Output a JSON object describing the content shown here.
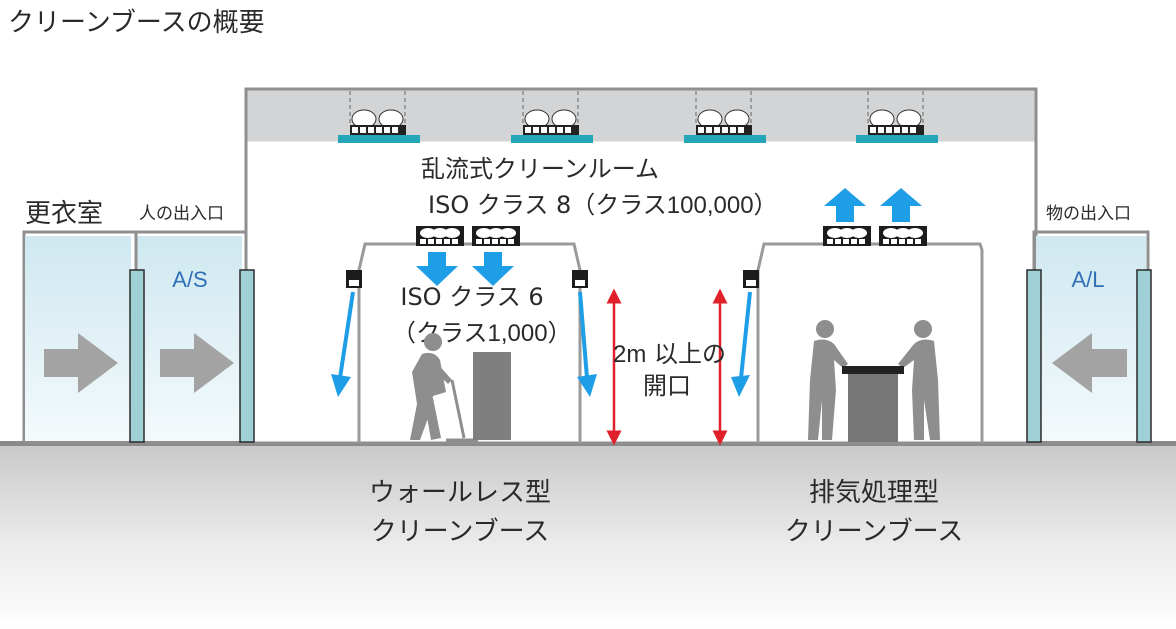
{
  "title": "クリーンブースの概要",
  "rooms": {
    "changing_room": "更衣室",
    "people_entrance": "人の出入口",
    "goods_entrance": "物の出入口",
    "air_shower": "A/S",
    "air_lock": "A/L"
  },
  "clean_room": {
    "line1": "乱流式クリーンルーム",
    "line2_prefix": "ISO クラス 8（クラス",
    "line2_value": "100,000",
    "line2_suffix": "）"
  },
  "booth_class": {
    "line1": "ISO クラス 6",
    "line2_prefix": "（クラス",
    "line2_value": "1,000",
    "line2_suffix": "）"
  },
  "opening": {
    "line1_value": "2m",
    "line1_text": " 以上の",
    "line2": "開口"
  },
  "booth_types": {
    "wallless_line1": "ウォールレス型",
    "wallless_line2": "クリーンブース",
    "exhaust_line1": "排気処理型",
    "exhaust_line2": "クリーンブース"
  },
  "colors": {
    "ceiling_gray": "#d2d4d6",
    "air_blue": "#1e9ee6",
    "glass_blue": "#d8eef4",
    "dimension_red": "#e0202a",
    "figure_gray": "#8e8e8e"
  }
}
